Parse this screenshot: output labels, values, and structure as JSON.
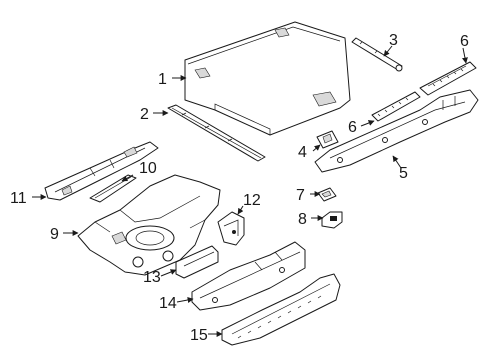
{
  "diagram": {
    "callouts": [
      {
        "id": "1",
        "label": "1"
      },
      {
        "id": "2",
        "label": "2"
      },
      {
        "id": "3",
        "label": "3"
      },
      {
        "id": "4",
        "label": "4"
      },
      {
        "id": "5",
        "label": "5"
      },
      {
        "id": "6a",
        "label": "6"
      },
      {
        "id": "6b",
        "label": "6"
      },
      {
        "id": "7",
        "label": "7"
      },
      {
        "id": "8",
        "label": "8"
      },
      {
        "id": "9",
        "label": "9"
      },
      {
        "id": "10",
        "label": "10"
      },
      {
        "id": "11",
        "label": "11"
      },
      {
        "id": "12",
        "label": "12"
      },
      {
        "id": "13",
        "label": "13"
      },
      {
        "id": "14",
        "label": "14"
      },
      {
        "id": "15",
        "label": "15"
      }
    ]
  }
}
